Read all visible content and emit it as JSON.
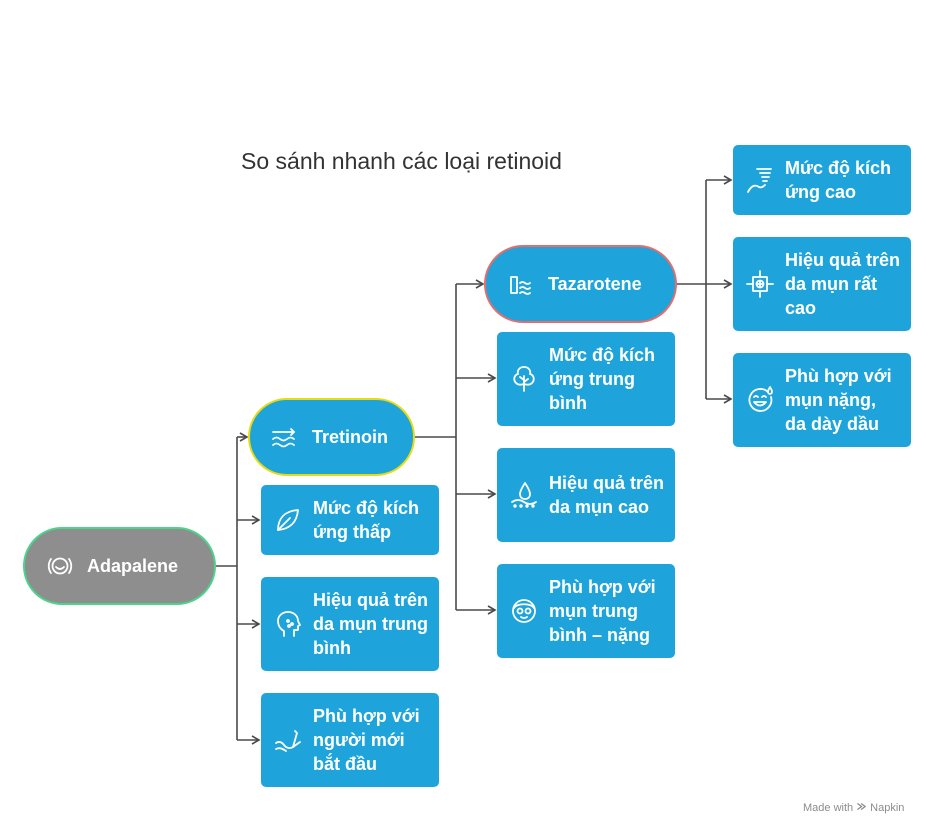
{
  "title": "So sánh nhanh các loại retinoid",
  "nodes": {
    "adapalene": {
      "label": "Adapalene",
      "icon": "face-in-circle-icon",
      "details": [
        {
          "text": "Mức độ kích ứng thấp",
          "icon": "leaf-icon"
        },
        {
          "text": "Hiệu quả trên da mụn trung bình",
          "icon": "head-profile-icon"
        },
        {
          "text": "Phù hợp với người mới bắt đầu",
          "icon": "hand-gesture-icon"
        }
      ]
    },
    "tretinoin": {
      "label": "Tretinoin",
      "icon": "waves-icon",
      "details": [
        {
          "text": "Mức độ kích ứng trung bình",
          "icon": "tree-icon"
        },
        {
          "text": "Hiệu quả trên da mụn cao",
          "icon": "droplet-skin-icon"
        },
        {
          "text": "Phù hợp với mụn trung bình – nặng",
          "icon": "face-mask-icon"
        }
      ]
    },
    "tazarotene": {
      "label": "Tazarotene",
      "icon": "factory-water-icon",
      "details": [
        {
          "text": "Mức độ kích ứng cao",
          "icon": "tornado-icon"
        },
        {
          "text": "Hiệu quả trên da mụn rất cao",
          "icon": "target-frame-icon"
        },
        {
          "text": "Phù hợp với mụn nặng, da dày dầu",
          "icon": "sweat-smile-icon"
        }
      ]
    }
  },
  "colors": {
    "box_fill": "#1ea4db",
    "adapalene_fill": "#8e8e8e",
    "adapalene_border": "#4bd48c",
    "tretinoin_border": "#e6dc10",
    "tazarotene_border": "#e46d6d",
    "connector": "#4a4a4a"
  },
  "branding": {
    "made_with": "Made with",
    "name": "Napkin"
  }
}
